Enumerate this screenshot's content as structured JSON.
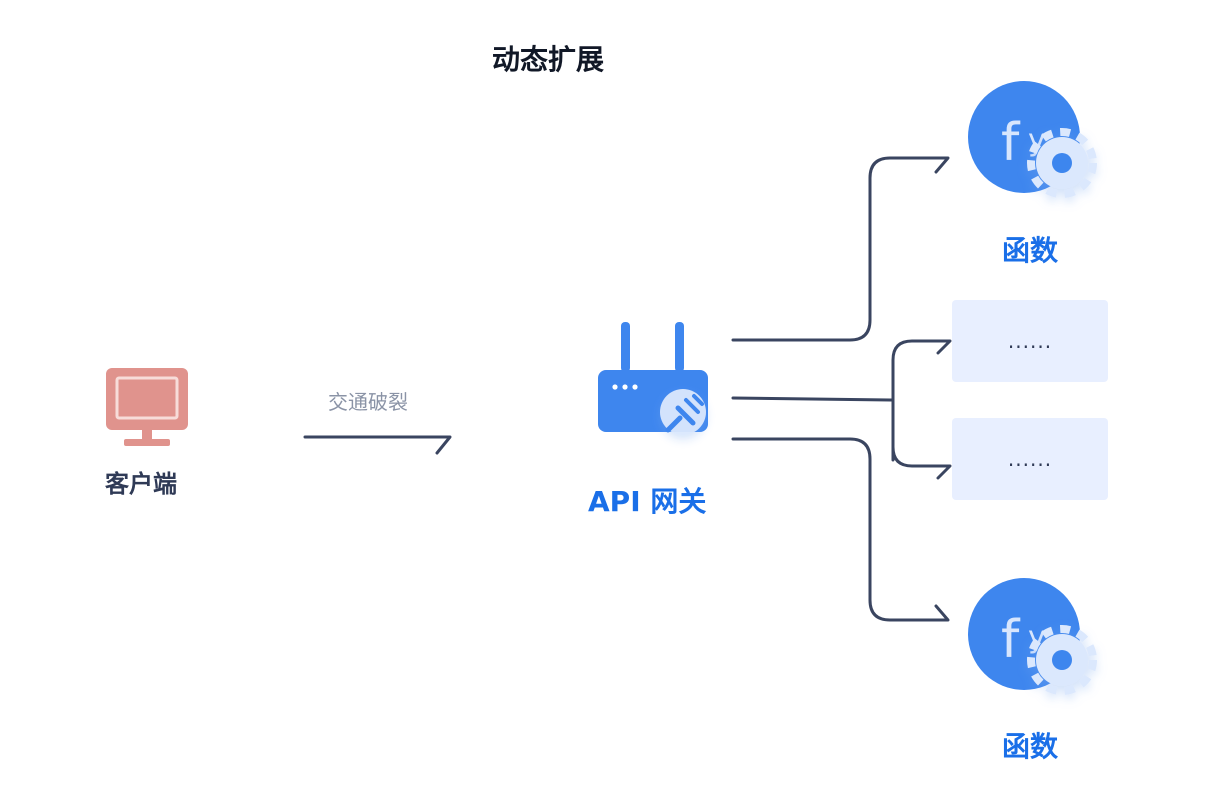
{
  "title": "动态扩展",
  "client": {
    "label": "客户端",
    "icon": "monitor-icon",
    "color": "#e0938d"
  },
  "edge": {
    "label": "交通破裂"
  },
  "gateway": {
    "label": "API 网关",
    "icon": "router-icon",
    "color": "#3e86ee"
  },
  "targets": [
    {
      "kind": "function",
      "label": "函数",
      "icon": "function-gear-icon",
      "glyph": "fx"
    },
    {
      "kind": "placeholder",
      "label": "......"
    },
    {
      "kind": "placeholder",
      "label": "......"
    },
    {
      "kind": "function",
      "label": "函数",
      "icon": "function-gear-icon",
      "glyph": "fx"
    }
  ],
  "colors": {
    "connector": "#3a4560",
    "accent": "#1a6fe8",
    "placeholder_bg": "#e8efff"
  }
}
